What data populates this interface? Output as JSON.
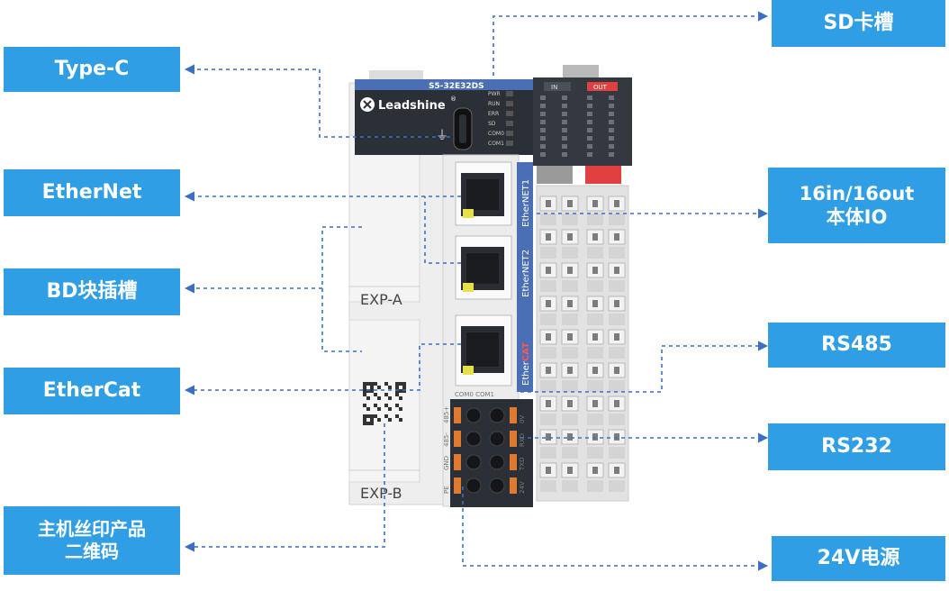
{
  "callouts": {
    "type_c": "Type-C",
    "ethernet": "EtherNet",
    "bd_slot": "BD块插槽",
    "ethercat": "EtherCat",
    "qr_code": "主机丝印产品\n二维码",
    "sd_slot": "SD卡槽",
    "io": "16in/16out\n本体IO",
    "rs485": "RS485",
    "rs232": "RS232",
    "power": "24V电源"
  },
  "device": {
    "model": "S5-32E32DS",
    "brand": "Leadshine",
    "registered": "®",
    "led_labels": [
      "PWR",
      "RUN",
      "ERR",
      "SD",
      "COM0",
      "COM1"
    ],
    "in_label": "IN",
    "out_label": "OUT",
    "exp_a": "EXP-A",
    "exp_b": "EXP-B",
    "ethernet1": "EtherNET1",
    "ethernet2": "EtherNET2",
    "ethercat_prefix": "Ether",
    "ethercat_suffix": "CAT",
    "com_labels": "COM0 COM1",
    "terminal_labels": [
      "PE",
      "GND",
      "485-",
      "485+",
      "24V",
      "TXD",
      "RXD",
      "0V"
    ]
  },
  "colors": {
    "callout_bg": "#2f9ee5",
    "leader_line": "#3b6fc4",
    "model_bar": "#4a6fb5",
    "out_badge": "#e04040",
    "terminal_orange": "#e07a30"
  }
}
